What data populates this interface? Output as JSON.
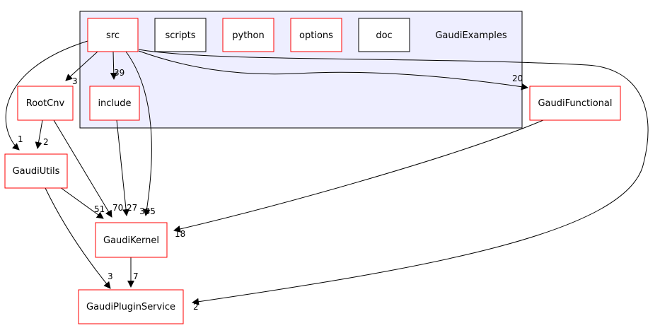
{
  "cluster": {
    "label": "GaudiExamples",
    "fill": "#eeeeff",
    "stroke": "#000000"
  },
  "colors": {
    "red_border": "#ff0000",
    "black_border": "#000000",
    "node_fill": "#ffffff",
    "edge": "#000000"
  },
  "nodes": {
    "src": "src",
    "scripts": "scripts",
    "python": "python",
    "options": "options",
    "doc": "doc",
    "include": "include",
    "rootcnv": "RootCnv",
    "gaudiutils": "GaudiUtils",
    "gaudikernel": "GaudiKernel",
    "gaudifunctional": "GaudiFunctional",
    "gaudipluginservice": "GaudiPluginService"
  },
  "edges": {
    "src_include": "39",
    "src_rootcnv": "3",
    "src_gaudiutils": "1",
    "src_gaudifunctional": "20",
    "src_gaudikernel": "335",
    "src_gaudipluginservice": "2",
    "rootcnv_gaudiutils": "2",
    "rootcnv_gaudikernel": "70",
    "include_gaudikernel": "27",
    "gaudiutils_gaudikernel": "51",
    "gaudiutils_gaudipluginservice": "3",
    "gaudifunctional_gaudikernel": "18",
    "gaudikernel_gaudipluginservice": "7"
  }
}
